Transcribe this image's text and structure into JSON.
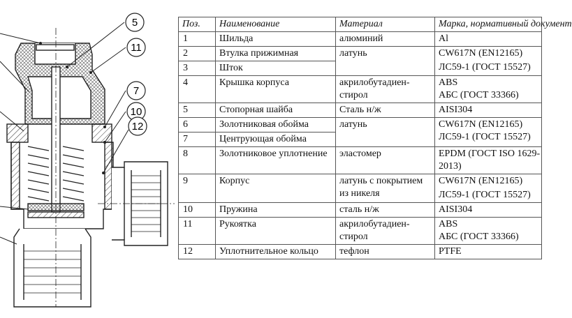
{
  "callouts": [
    "5",
    "11",
    "7",
    "10",
    "12"
  ],
  "table": {
    "headers": [
      "Поз.",
      "Наименование",
      "Материал",
      "Марка, нормативный документ"
    ],
    "rows": [
      {
        "pos": "1",
        "name": "Шильда",
        "material": "алюминий",
        "mark": [
          "Al"
        ]
      },
      {
        "pos": "2",
        "name": "Втулка прижимная",
        "material": "латунь",
        "mark": [
          "CW617N (EN12165)",
          "ЛС59-1 (ГОСТ 15527)"
        ]
      },
      {
        "pos": "3",
        "name": "Шток",
        "material": "",
        "mark": []
      },
      {
        "pos": "4",
        "name": "Крышка корпуса",
        "material": "акрилобутадиен-стирол",
        "mark": [
          "ABS",
          "АБС (ГОСТ 33366)"
        ]
      },
      {
        "pos": "5",
        "name": "Стопорная шайба",
        "material": "Сталь н/ж",
        "mark": [
          "AISI304"
        ]
      },
      {
        "pos": "6",
        "name": "Золотниковая обойма",
        "material": "латунь",
        "mark": [
          "CW617N (EN12165)",
          "ЛС59-1 (ГОСТ 15527)"
        ]
      },
      {
        "pos": "7",
        "name": "Центрующая обойма",
        "material": "",
        "mark": []
      },
      {
        "pos": "8",
        "name": "Золотниковое уплотнение",
        "material": "эластомер",
        "mark": [
          "EPDM (ГОСТ ISO 1629-",
          "2013)"
        ]
      },
      {
        "pos": "9",
        "name": "Корпус",
        "material": "латунь с покрытием из никеля",
        "mark": [
          "CW617N (EN12165)",
          "ЛС59-1 (ГОСТ 15527)"
        ]
      },
      {
        "pos": "10",
        "name": "Пружина",
        "material": "сталь н/ж",
        "mark": [
          "AISI304"
        ]
      },
      {
        "pos": "11",
        "name": "Рукоятка",
        "material": "акрилобутадиен-стирол",
        "mark": [
          "ABS",
          "АБС (ГОСТ 33366)"
        ]
      },
      {
        "pos": "12",
        "name": "Уплотнительное кольцо",
        "material": "тефлон",
        "mark": [
          "PTFE"
        ]
      }
    ]
  }
}
